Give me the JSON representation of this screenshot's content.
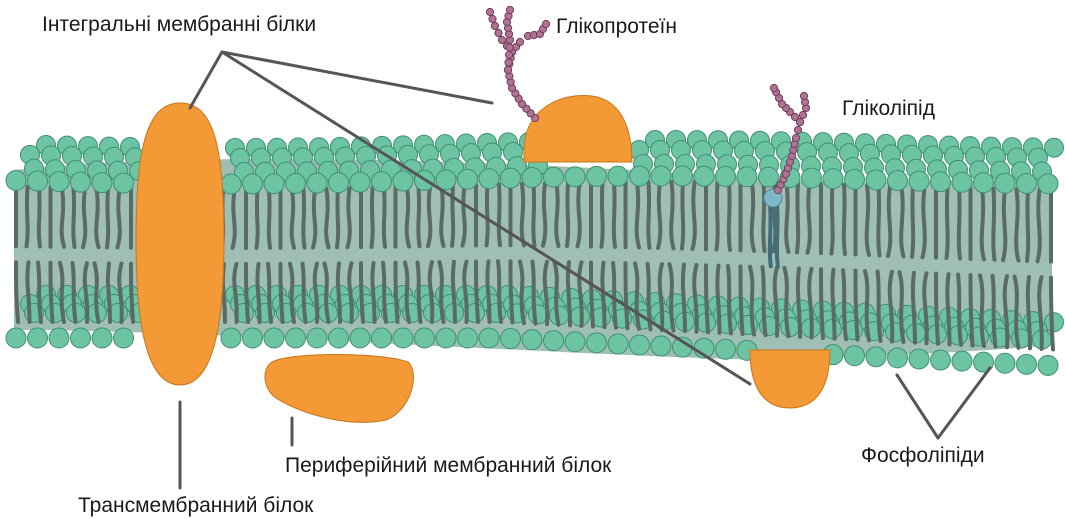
{
  "labels": {
    "integral": "Інтегральні мембранні білки",
    "glycoprotein": "Глікопротеїн",
    "glycolipid": "Гліколіпід",
    "peripheral": "Периферійний мембранний білок",
    "transmembrane": "Трансмембранний білок",
    "phospholipids": "Фосфоліпіди"
  },
  "colors": {
    "head": "#6cc4a2",
    "head_stroke": "#3f8f72",
    "tail": "#5a6b66",
    "core": "#9fbfb4",
    "protein": "#f39a36",
    "protein_stroke": "#c8741a",
    "sugar": "#b07393",
    "sugar_stroke": "#6e3f58",
    "glycolipid_head": "#7fb7c8",
    "glycolipid_tail": "#3f6f7a",
    "leader": "#555555"
  }
}
